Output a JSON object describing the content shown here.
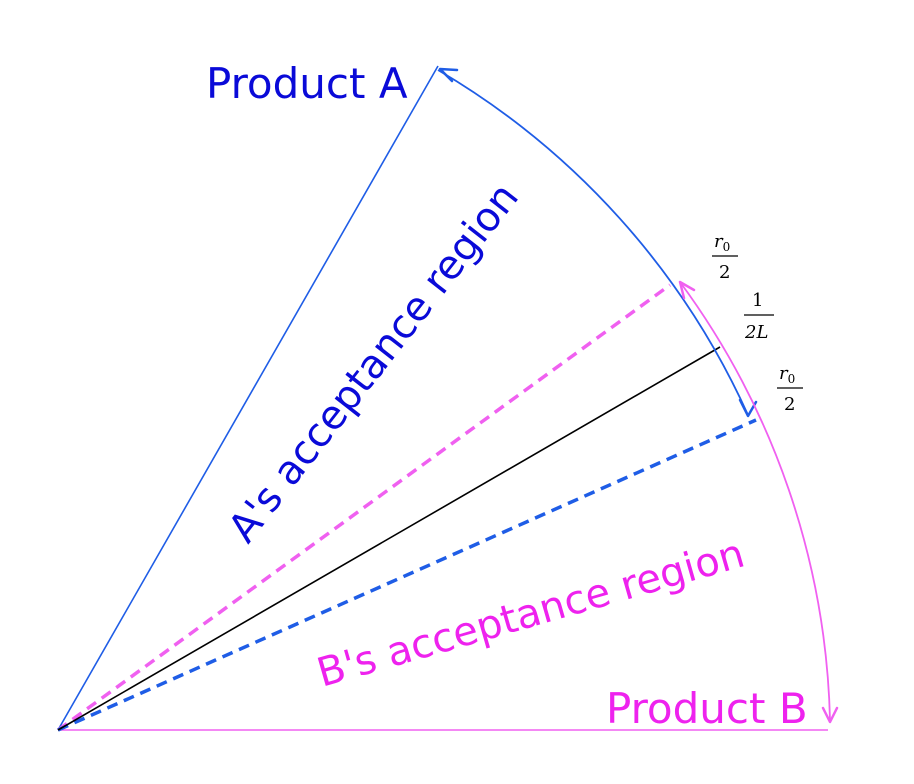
{
  "labels": {
    "product_a": "Product A",
    "product_b": "Product B",
    "a_region": "A's acceptance region",
    "b_region": "B's acceptance region"
  },
  "fractions": {
    "upper": {
      "num_var": "r",
      "num_sub": "0",
      "den": "2"
    },
    "middle": {
      "num": "1",
      "den": "2L"
    },
    "lower": {
      "num_var": "r",
      "num_sub": "0",
      "den": "2"
    }
  },
  "colors": {
    "product_a": "#0a0ad8",
    "a_lines": "#1f5de6",
    "product_b": "#ee22ee",
    "b_lines": "#f060f0",
    "bisector": "#000000"
  }
}
